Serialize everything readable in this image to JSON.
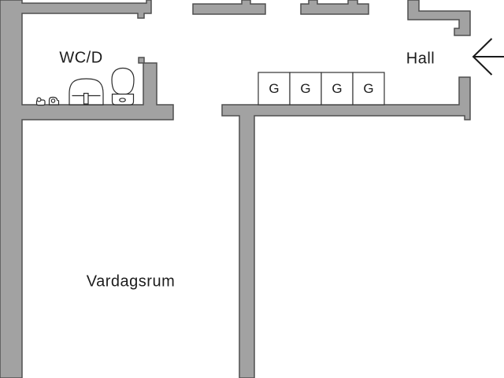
{
  "plan": {
    "type": "apartment-floor-plan",
    "rooms": {
      "wc": {
        "label": "WC/D"
      },
      "hall": {
        "label": "Hall"
      },
      "living": {
        "label": "Vardagsrum"
      }
    },
    "wardrobes": [
      {
        "label": "G"
      },
      {
        "label": "G"
      },
      {
        "label": "G"
      },
      {
        "label": "G"
      }
    ],
    "icons": {
      "toilet": "toilet-icon",
      "sink": "sink-icon",
      "laundry": "laundry-items-icon",
      "entrance": "entrance-arrow-icon"
    },
    "colors": {
      "wall_fill": "#a2a2a2",
      "wall_outline": "#4f4f4f",
      "background": "#ffffff",
      "line": "#1a1a1a"
    }
  }
}
